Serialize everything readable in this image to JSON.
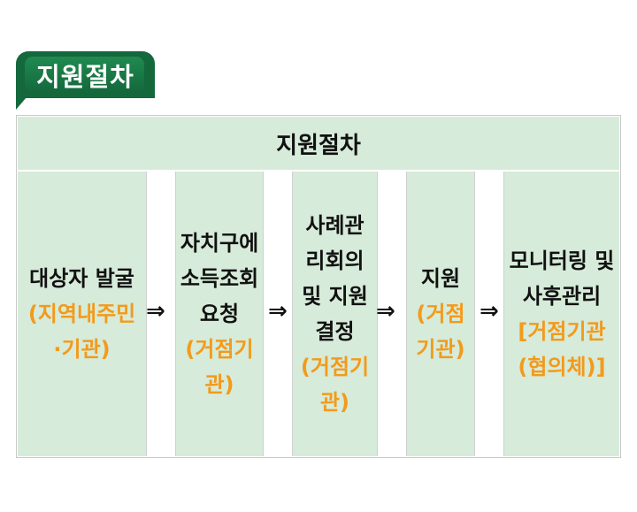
{
  "tab": {
    "label": "지원절차"
  },
  "table": {
    "header": "지원절차",
    "arrow": "⇒",
    "steps": [
      {
        "lines": [
          "대상자 발굴"
        ],
        "sub": [
          "(지역내주민",
          "·기관)"
        ]
      },
      {
        "lines": [
          "자치구에",
          "소득조회",
          "요청"
        ],
        "sub": [
          "(거점기",
          "관)"
        ]
      },
      {
        "lines": [
          "사례관",
          "리회의",
          "및 지원",
          "결정"
        ],
        "sub": [
          "(거점기",
          "관)"
        ]
      },
      {
        "lines": [
          "지원"
        ],
        "sub": [
          "(거점",
          "기관)"
        ]
      },
      {
        "lines": [
          "모니터링 및",
          "사후관리"
        ],
        "sub": [
          "[거점기관",
          "(협의체)]"
        ]
      }
    ]
  }
}
